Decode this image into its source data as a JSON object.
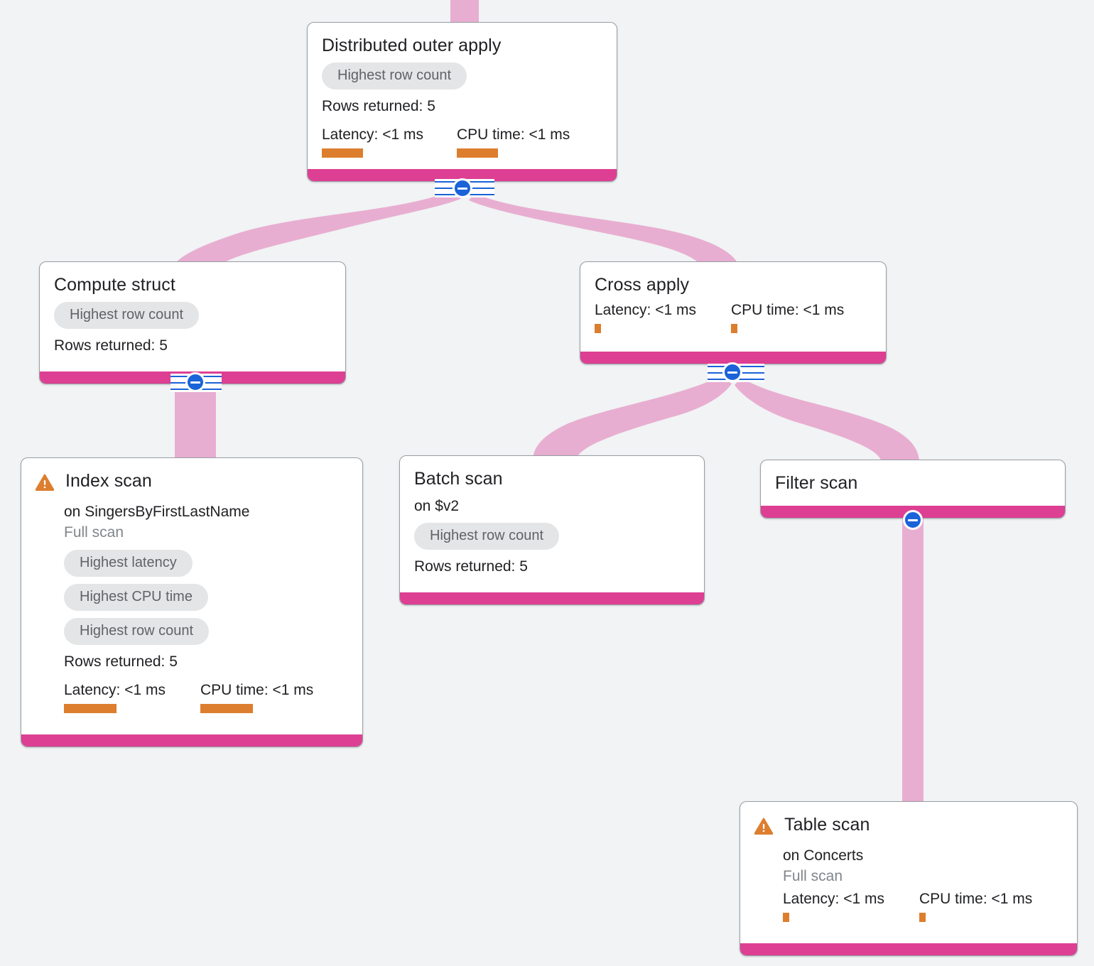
{
  "diagram": {
    "kind": "query-execution-plan",
    "background_color": "#f1f3f4",
    "accent_color": "#dd3f93",
    "edge_color": "#e8aed1",
    "toggle_color": "#1a63d8",
    "warning_color": "#dd7e2e",
    "metric_bar_color": "#dd7e2e",
    "badge_bg_color": "#e4e5e6",
    "badge_text_color": "#5f6368"
  },
  "nodes": {
    "distributed_outer_apply": {
      "title": "Distributed outer apply",
      "badges": [
        "Highest row count"
      ],
      "rows": "Rows returned: 5",
      "latency_label": "Latency: <1 ms",
      "cpu_label": "CPU time: <1 ms",
      "warning": false
    },
    "compute_struct": {
      "title": "Compute struct",
      "badges": [
        "Highest row count"
      ],
      "rows": "Rows returned: 5",
      "warning": false
    },
    "cross_apply": {
      "title": "Cross apply",
      "latency_label": "Latency: <1 ms",
      "cpu_label": "CPU time: <1 ms",
      "warning": false
    },
    "index_scan": {
      "title": "Index scan",
      "target": "on SingersByFirstLastName",
      "scan_type": "Full scan",
      "badges": [
        "Highest latency",
        "Highest CPU time",
        "Highest row count"
      ],
      "rows": "Rows returned: 5",
      "latency_label": "Latency: <1 ms",
      "cpu_label": "CPU time: <1 ms",
      "warning": true,
      "warning_icon": "warning-triangle-icon"
    },
    "batch_scan": {
      "title": "Batch scan",
      "target": "on $v2",
      "badges": [
        "Highest row count"
      ],
      "rows": "Rows returned: 5",
      "warning": false
    },
    "filter_scan": {
      "title": "Filter scan",
      "warning": false
    },
    "table_scan": {
      "title": "Table scan",
      "target": "on Concerts",
      "scan_type": "Full scan",
      "latency_label": "Latency: <1 ms",
      "cpu_label": "CPU time: <1 ms",
      "warning": true,
      "warning_icon": "warning-triangle-icon"
    }
  },
  "toggles": {
    "collapse_glyph": "minus",
    "labels": {
      "distributed_outer_apply": "collapse-distributed-outer-apply",
      "compute_struct": "collapse-compute-struct",
      "cross_apply": "collapse-cross-apply",
      "filter_scan": "collapse-filter-scan"
    }
  }
}
